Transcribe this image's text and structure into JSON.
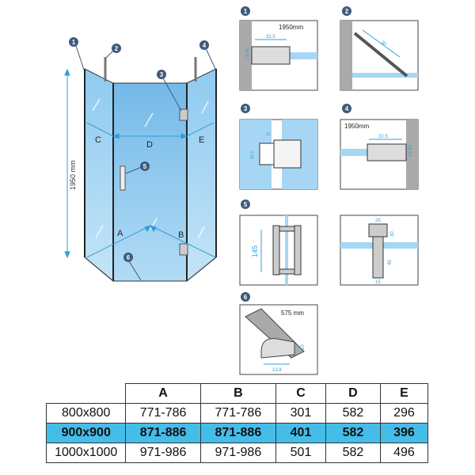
{
  "main": {
    "height_label": "1950 mm",
    "letters": {
      "c": "C",
      "d": "D",
      "e": "E",
      "a": "A",
      "b": "B"
    },
    "markers": [
      "1",
      "2",
      "3",
      "4",
      "5",
      "6"
    ]
  },
  "details": {
    "d1": {
      "num": "1",
      "label": "1950mm",
      "dim_h": "32.5",
      "dim_v": "15.45"
    },
    "d2": {
      "num": "2",
      "dim": "30"
    },
    "d3": {
      "num": "3",
      "dim_a": "31",
      "dim_b": "15.3"
    },
    "d4": {
      "num": "4",
      "label": "1950mm",
      "dim_h": "32.5",
      "dim_v": "15.45"
    },
    "d5": {
      "num": "5",
      "dim": "145"
    },
    "d5b": {
      "dim_top": "25",
      "dim_r1": "30",
      "dim_r2": "45",
      "dim_bot": "15"
    },
    "d6": {
      "num": "6",
      "label": "575 mm",
      "dim_v": "10",
      "dim_h": "13.8"
    }
  },
  "table": {
    "headers": [
      "",
      "A",
      "B",
      "C",
      "D",
      "E"
    ],
    "rows": [
      [
        "800x800",
        "771-786",
        "771-786",
        "301",
        "582",
        "296"
      ],
      [
        "900x900",
        "871-886",
        "871-886",
        "401",
        "582",
        "396"
      ],
      [
        "1000x1000",
        "971-986",
        "971-986",
        "501",
        "582",
        "496"
      ]
    ],
    "highlight_row": 1
  },
  "colors": {
    "glass": "#9ed0f1",
    "glass_dark": "#6fb6e8",
    "accent": "#45bde9",
    "marker": "#3e5a7a",
    "dim": "#2f9fd8"
  }
}
